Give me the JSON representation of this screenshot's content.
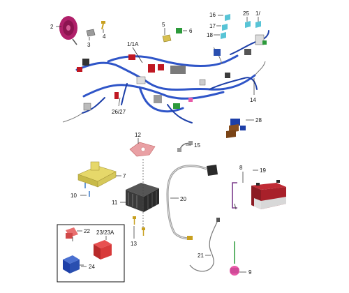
{
  "callouts": {
    "c1": "1/1A",
    "c2": "2",
    "c3": "3",
    "c4": "4",
    "c5": "5",
    "c6": "6",
    "c7": "7",
    "c8": "8",
    "c9": "9",
    "c10": "10",
    "c11": "11",
    "c12": "12",
    "c13": "13",
    "c14": "14",
    "c15": "15",
    "c16": "16",
    "c17": "17",
    "c18": "18",
    "c19": "19",
    "c20": "20",
    "c21": "21",
    "c22": "22",
    "c23": "23/23A",
    "c24": "24",
    "c25": "25",
    "c1b": "1/",
    "c26": "26/27",
    "c28": "28"
  },
  "colors": {
    "harness": "#2f55c8",
    "horn": "#b0206a",
    "connector_red": "#d02a30",
    "fuse_cyan": "#58c4d6",
    "relay_blue": "#2a4fb0",
    "relay_red": "#d83a3a",
    "battery_red": "#a8202a",
    "bracket_yellow": "#e6d86a",
    "sensor_pink": "#e85aa8"
  }
}
